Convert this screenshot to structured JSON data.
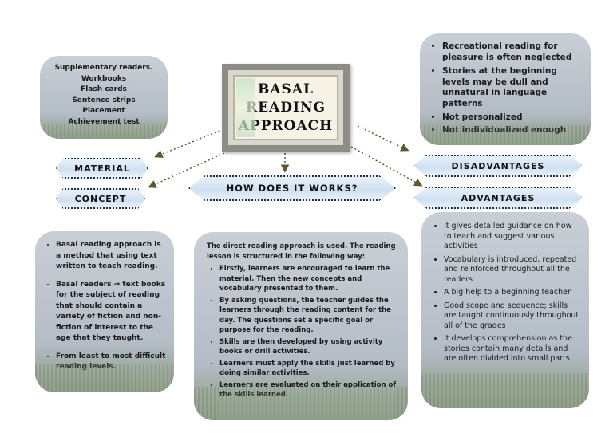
{
  "title": {
    "line1": "BASAL",
    "line2": "READING",
    "line3": "APPROACH"
  },
  "labels": {
    "material": "MATERIAL",
    "concept": "CONCEPT",
    "how": "HOW DOES IT WORKS?",
    "disadvantages": "DISADVANTAGES",
    "advantages": "ADVANTAGES"
  },
  "materials": [
    "Supplementary readers.",
    "Workbooks",
    "Flash cards",
    "Sentence strips",
    "Placement",
    "Achievement test"
  ],
  "disadvantages": [
    "Recreational reading for pleasure is often neglected",
    "Stories at the beginning levels may be dull and unnatural in language patterns",
    "Not personalized",
    "Not individualized enough"
  ],
  "concept": [
    "Basal reading approach is a method that using text written to teach reading.",
    "Basal readers → text books for the subject of reading that should contain a variety of fiction and non-fiction of interest to the age that they taught.",
    "From least to most difficult reading levels."
  ],
  "how": {
    "intro": "The direct reading approach is used. The reading lesson is structured in the following way:",
    "steps": [
      "Firstly, learners are encouraged to learn the material. Then the new concepts and vocabulary presented to them.",
      "By asking questions, the teacher guides the learners through the reading content for the day. The questions set a specific goal or purpose for the reading.",
      "Skills are then developed by using activity books or drill activities.",
      "Learners must apply the skills just learned by doing similar activities.",
      "Learners are evaluated on their application of the skills learned."
    ]
  },
  "advantages": [
    "It gives detailed guidance on how to teach and suggest various activities",
    "Vocabulary is introduced, repeated and reinforced throughout all the readers",
    "A big help to a beginning teacher",
    "Good scope and sequence; skills are taught continuously throughout all of the grades",
    "It develops comprehension as the stories contain many details and are often divided into small parts"
  ],
  "colors": {
    "box": "#b4bcc6",
    "label_border": "#1b2a50",
    "arrow": "#5e5a2e"
  }
}
